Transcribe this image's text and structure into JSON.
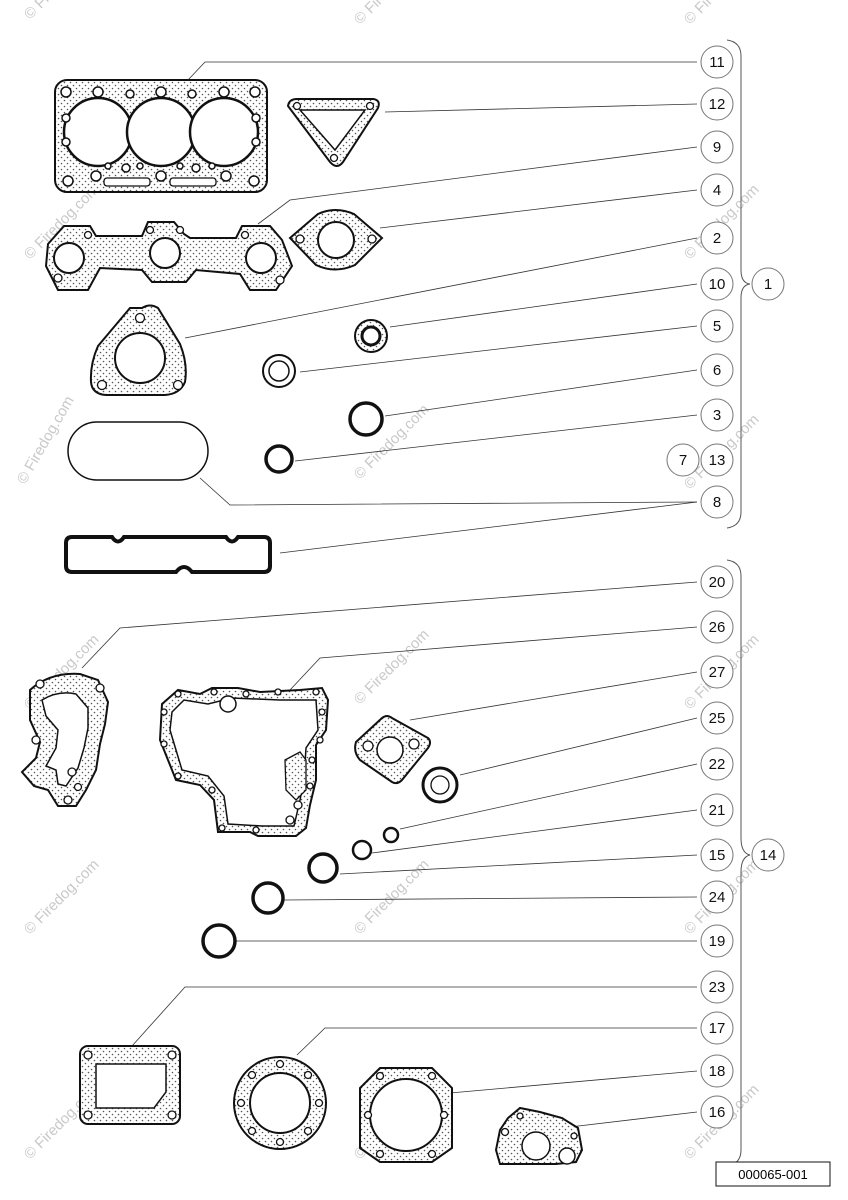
{
  "watermark": "© Firedog.com",
  "reference_number": "000065-001",
  "callouts": {
    "c1": "1",
    "c2": "2",
    "c3": "3",
    "c4": "4",
    "c5": "5",
    "c6": "6",
    "c7": "7",
    "c8": "8",
    "c9": "9",
    "c10": "10",
    "c11": "11",
    "c12": "12",
    "c13": "13",
    "c14": "14",
    "c15": "15",
    "c16": "16",
    "c17": "17",
    "c18": "18",
    "c19": "19",
    "c20": "20",
    "c21": "21",
    "c22": "22",
    "c23": "23",
    "c24": "24",
    "c25": "25",
    "c26": "26",
    "c27": "27"
  }
}
